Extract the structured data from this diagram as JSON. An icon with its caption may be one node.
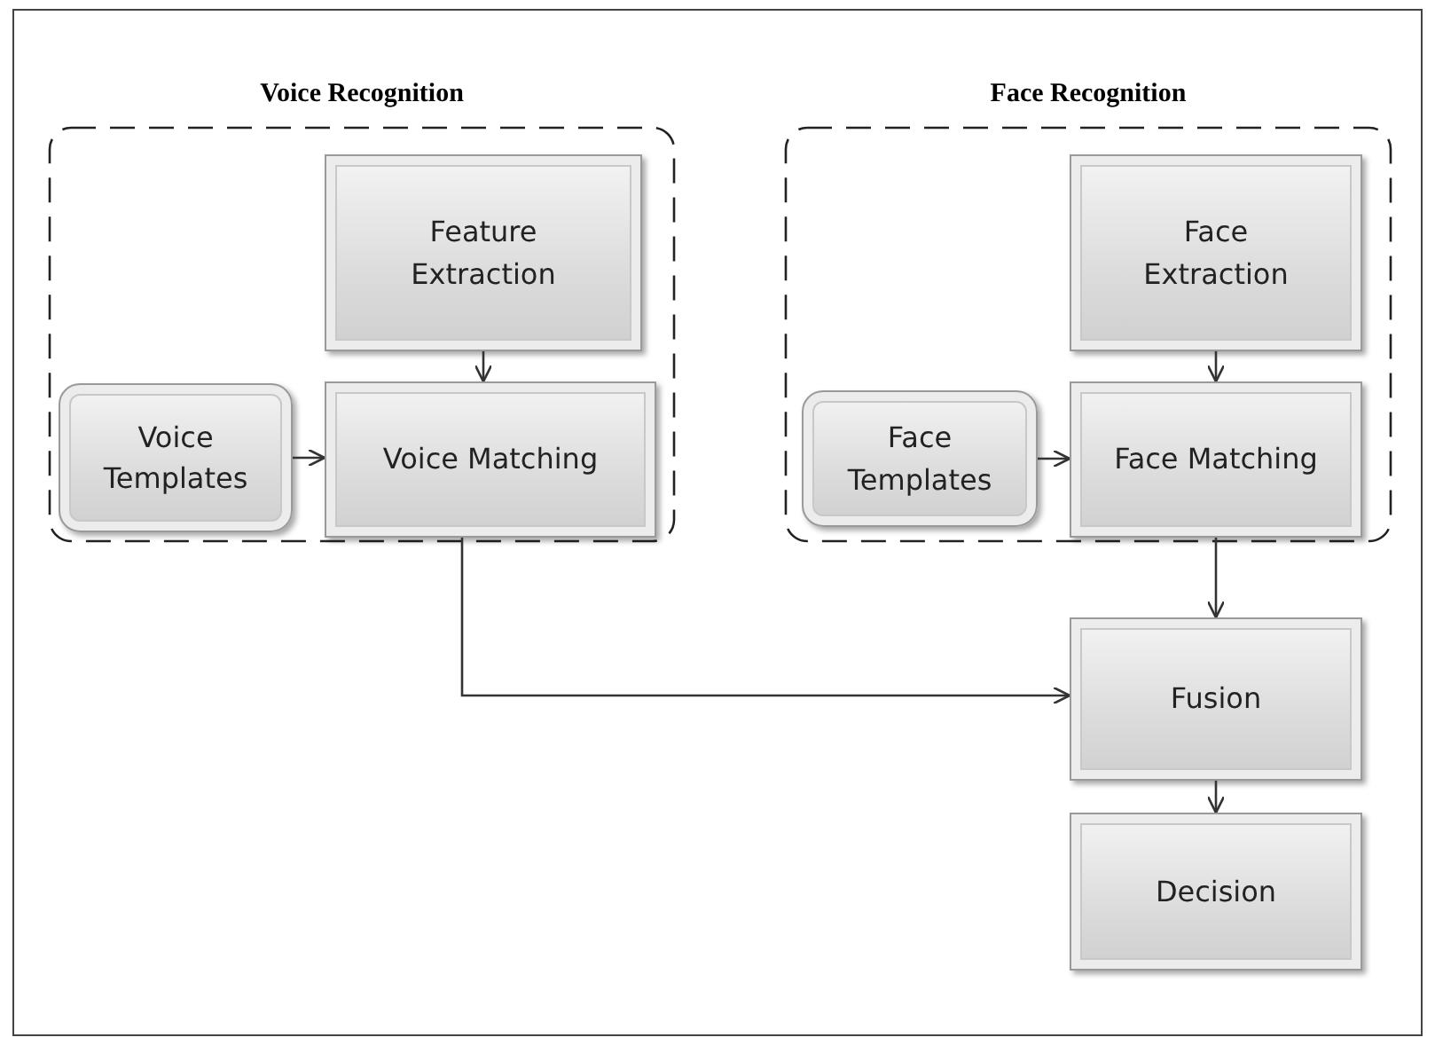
{
  "diagram": {
    "nodes": [
      {
        "text": [
          "Voice Recognition"
        ]
      },
      {
        "text": [
          "Feature Extraction"
        ],
        "in": 0
      },
      {
        "text": [
          "Voice Templates"
        ],
        "in": 0
      },
      {
        "text": [
          "Voice Matching"
        ],
        "in": 0
      },
      {
        "text": [
          "Face Recognition"
        ]
      },
      {
        "text": [
          "Face Extraction"
        ],
        "in": 4
      },
      {
        "text": [
          "Face Templates"
        ],
        "in": 4
      },
      {
        "text": [
          "Face Matching"
        ],
        "in": 4
      },
      {
        "text": [
          "Fusion"
        ]
      },
      {
        "text": [
          "Decision"
        ]
      }
    ],
    "edges": [
      {
        "from": 1,
        "to": 3,
        "arrow": "to"
      },
      {
        "from": 2,
        "to": 3,
        "arrow": "to"
      },
      {
        "from": 5,
        "to": 7,
        "arrow": "to"
      },
      {
        "from": 6,
        "to": 7,
        "arrow": "to"
      },
      {
        "from": 7,
        "to": 8,
        "arrow": "to"
      },
      {
        "from": 3,
        "to": 8,
        "arrow": "to"
      },
      {
        "from": 8,
        "to": 9,
        "arrow": "to"
      }
    ]
  }
}
